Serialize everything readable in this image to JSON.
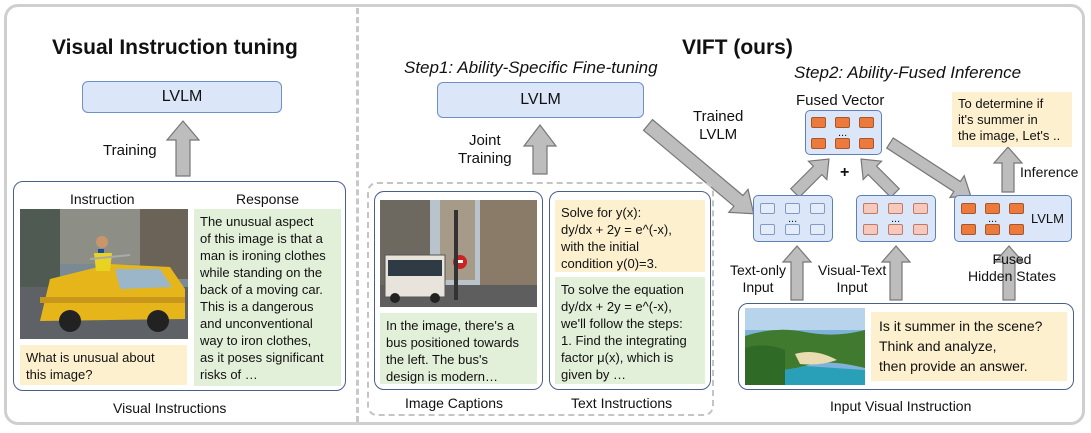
{
  "left": {
    "title": "Visual Instruction tuning",
    "lvlm": "LVLM",
    "training": "Training",
    "instruction_header": "Instruction",
    "response_header": "Response",
    "question": "What is unusual about\nthis image?",
    "response": "The unusual aspect\nof this image is that a\nman is ironing clothes\nwhile standing on the\nback of a moving car.\nThis is a dangerous\nand unconventional\nway to iron clothes,\nas it poses significant\nrisks of …",
    "caption": "Visual Instructions"
  },
  "right": {
    "title": "VIFT (ours)",
    "step1": "Step1: Ability-Specific Fine-tuning",
    "step2": "Step2: Ability-Fused Inference",
    "lvlm": "LVLM",
    "joint_training": "Joint\nTraining",
    "trained_lvlm": "Trained\nLVLM",
    "image_caption_text": "In the image, there's a\nbus positioned towards\nthe left. The bus's\ndesign is modern…",
    "text_instr_question": "Solve for y(x):\ndy/dx + 2y = e^(-x),\nwith the initial\ncondition y(0)=3.",
    "text_instr_answer": "To solve the equation\ndy/dx + 2y = e^(-x),\nwe'll follow the steps:\n1. Find the integrating\nfactor μ(x), which is\ngiven by …",
    "image_captions_label": "Image Captions",
    "text_instructions_label": "Text Instructions",
    "fused_vector": "Fused Vector",
    "plus": "+",
    "ellipsis": "...",
    "text_only_input": "Text-only\nInput",
    "visual_text_input": "Visual-Text\nInput",
    "lvlm_small": "LVLM",
    "fused_hidden_states": "Fused\nHidden States",
    "inference": "Inference",
    "output_text": "To determine if\nit's summer in\nthe image, Let's ..",
    "input_question": "Is it summer in the scene?\nThink and analyze,\nthen provide an answer.",
    "input_visual_instruction": "Input Visual Instruction"
  },
  "colors": {
    "lvlm_fill": "#dbe7f8",
    "response_fill": "#e2efd9",
    "question_fill": "#fdf0cf",
    "fused_cell": "#ec7a3c",
    "visual_text_cell": "#f7c9bd",
    "arrow_gray": "#9a9a9a"
  }
}
